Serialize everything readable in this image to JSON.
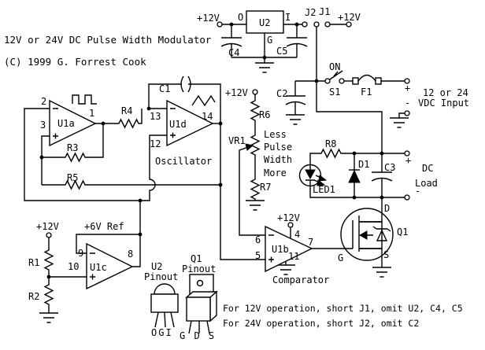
{
  "colors": {
    "ink": "#000000",
    "bg": "#ffffff"
  },
  "title": {
    "line1": "12V or 24V DC Pulse Width Modulator",
    "line2": "(C) 1999 G. Forrest Cook"
  },
  "regulator": {
    "name": "U2",
    "pin_out": "O",
    "pin_in": "I",
    "pin_gnd": "G",
    "cap_left": "C4",
    "cap_right": "C5",
    "supply_left": "+12V",
    "supply_right": "+12V",
    "jumper1": "J1",
    "jumper2": "J2"
  },
  "input": {
    "switch": "S1",
    "switch_on": "ON",
    "fuse": "F1",
    "plus": "+",
    "minus": "-",
    "desc1": "12 or 24",
    "desc2": "VDC Input",
    "filter_cap": "C2"
  },
  "oscillator": {
    "u1a": "U1a",
    "u1d": "U1d",
    "label": "Oscillator",
    "c1": "C1",
    "r3": "R3",
    "r4": "R4",
    "r5": "R5",
    "pin1": "1",
    "pin2": "2",
    "pin3": "3",
    "pin12": "12",
    "pin13": "13",
    "pin14": "14"
  },
  "pwm_adjust": {
    "supply": "+12V",
    "r6": "R6",
    "vr1": "VR1",
    "r7": "R7",
    "less": "Less",
    "pulse": "Pulse",
    "width": "Width",
    "more": "More"
  },
  "reference": {
    "label": "+6V Ref",
    "supply": "+12V",
    "r1": "R1",
    "r2": "R2",
    "u1c": "U1c",
    "pin8": "8",
    "pin9": "9",
    "pin10": "10"
  },
  "comparator": {
    "u1b": "U1b",
    "label": "Comparator",
    "supply": "+12V",
    "pin4": "4",
    "pin5": "5",
    "pin6": "6",
    "pin7": "7",
    "pin11": "11"
  },
  "output": {
    "r8": "R8",
    "led": "LED1",
    "d1": "D1",
    "c3": "C3",
    "plus": "+",
    "minus": "-",
    "load1": "DC",
    "load2": "Load",
    "gate": "G",
    "drain": "D",
    "source": "S",
    "q1": "Q1"
  },
  "pinouts": {
    "u2_name": "U2",
    "u2_label": "Pinout",
    "u2_pins": "OGI",
    "q1_name": "Q1",
    "q1_label": "Pinout",
    "q1_pins": "G D S"
  },
  "notes": {
    "line1": "For 12V operation, short J1, omit U2, C4, C5",
    "line2": "For 24V operation, short J2, omit C2"
  }
}
